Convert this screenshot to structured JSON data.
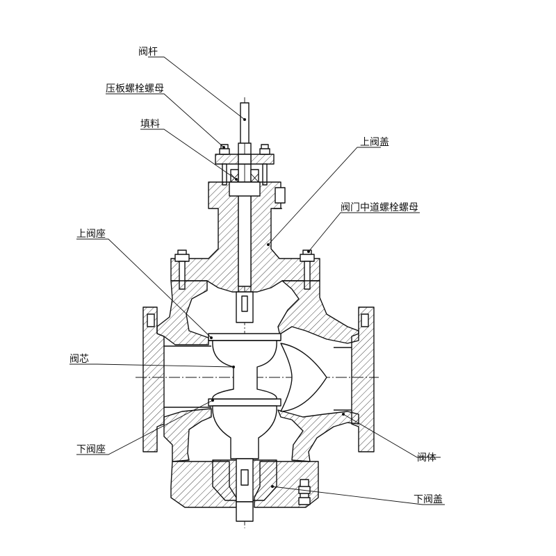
{
  "diagram": {
    "labels": {
      "valve_stem": "阀杆",
      "gland_bolt_nut": "压板螺栓螺母",
      "packing": "填料",
      "upper_bonnet": "上阀盖",
      "mid_flange_bolt_nut": "阀门中道螺栓螺母",
      "upper_seat": "上阀座",
      "valve_plug": "阀芯",
      "lower_seat": "下阀座",
      "valve_body": "阀体",
      "lower_bonnet": "下阀盖"
    },
    "colors": {
      "line": "#111111",
      "background": "#ffffff"
    }
  }
}
